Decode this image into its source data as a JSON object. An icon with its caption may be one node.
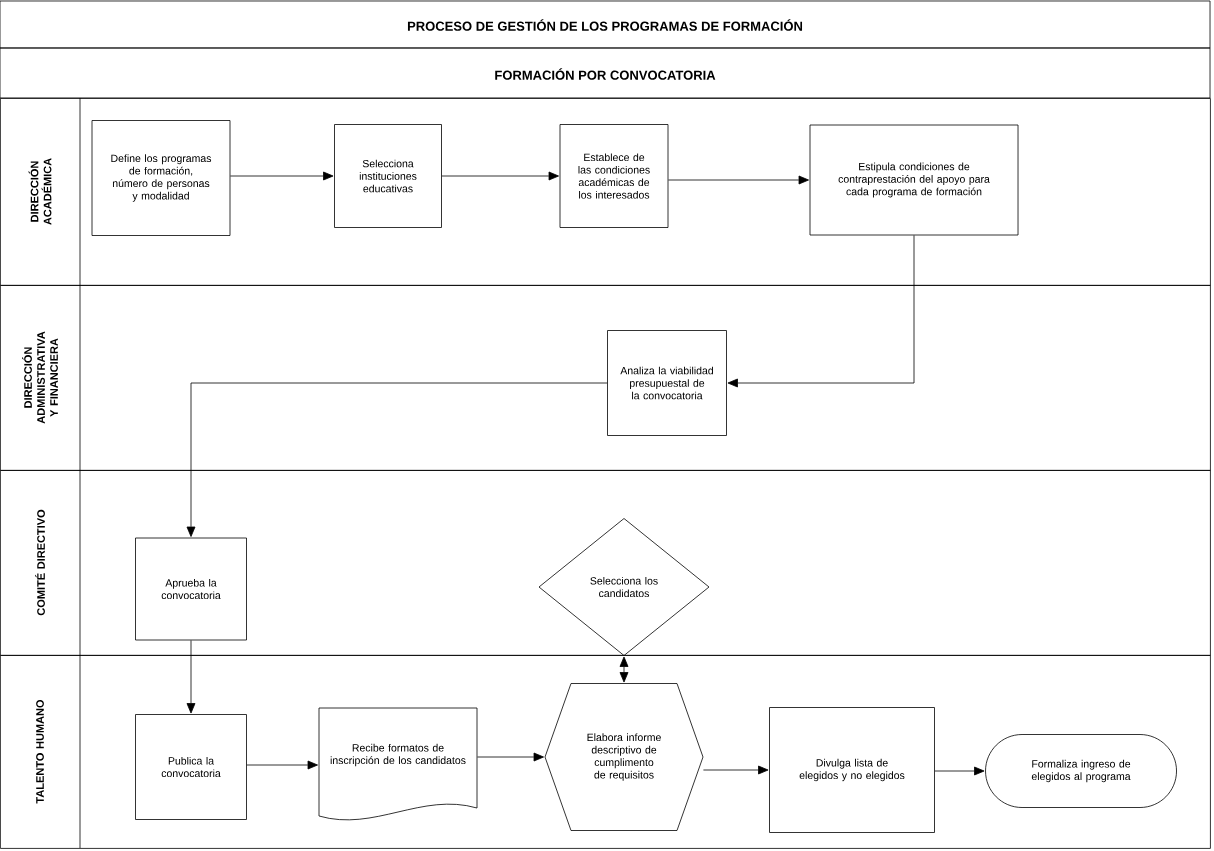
{
  "diagram": {
    "title": "PROCESO DE GESTIÓN DE LOS PROGRAMAS DE FORMACIÓN",
    "nodes": [
      {
        "text": [
          "DIRECCIÓN ACADÉMICA"
        ]
      },
      {
        "text": [
          "Define los programas de formación, número de personas y modalidad"
        ],
        "in": 0
      },
      {
        "text": [
          "Selecciona instituciones educativas"
        ],
        "in": 0
      },
      {
        "text": [
          "Establece de las condiciones académicas de los interesados"
        ],
        "in": 0
      },
      {
        "text": [
          "Estipula condiciones de contraprestación del apoyo para cada programa de formación"
        ],
        "in": 0
      },
      {
        "text": [
          "DIRECCIÓN ADMINISTRATIVA Y FINANCIERA"
        ]
      },
      {
        "text": [
          "Analiza la viabilidad presupuestal de la convocatoria"
        ],
        "in": 5
      },
      {
        "text": [
          "COMITÉ DIRECTIVO"
        ]
      },
      {
        "text": [
          "Aprueba la convocatoria"
        ],
        "in": 7
      },
      {
        "text": [
          "Selecciona los candidatos"
        ],
        "in": 7
      },
      {
        "text": [
          "TALENTO HUMANO"
        ]
      },
      {
        "text": [
          "Publica la convocatoria"
        ],
        "in": 10
      },
      {
        "text": [
          "Recibe formatos de inscripción de los candidatos"
        ],
        "in": 10
      },
      {
        "text": [
          "Elabora informe descriptivo de cumplimento de requisitos"
        ],
        "in": 10
      },
      {
        "text": [
          "Divulga lista de elegidos y no elegidos"
        ],
        "in": 10
      },
      {
        "text": [
          "Formaliza ingreso de elegidos al programa"
        ],
        "in": 10
      }
    ],
    "edges": [
      {
        "from": 1,
        "to": 2,
        "arrow": "to"
      },
      {
        "from": 2,
        "to": 3,
        "arrow": "to"
      },
      {
        "from": 3,
        "to": 4,
        "arrow": "to"
      },
      {
        "from": 4,
        "to": 6,
        "arrow": "to"
      },
      {
        "from": 6,
        "to": 8,
        "arrow": "to"
      },
      {
        "from": 8,
        "to": 11,
        "arrow": "to"
      },
      {
        "from": 11,
        "to": 12,
        "arrow": "to"
      },
      {
        "from": 12,
        "to": 13,
        "arrow": "to"
      },
      {
        "from": 13,
        "to": 9,
        "arrow": "both"
      },
      {
        "from": 13,
        "to": 14,
        "arrow": "to"
      },
      {
        "from": 14,
        "to": 15,
        "arrow": "to"
      }
    ],
    "labels": [
      "FORMACIÓN POR CONVOCATORIA"
    ]
  }
}
